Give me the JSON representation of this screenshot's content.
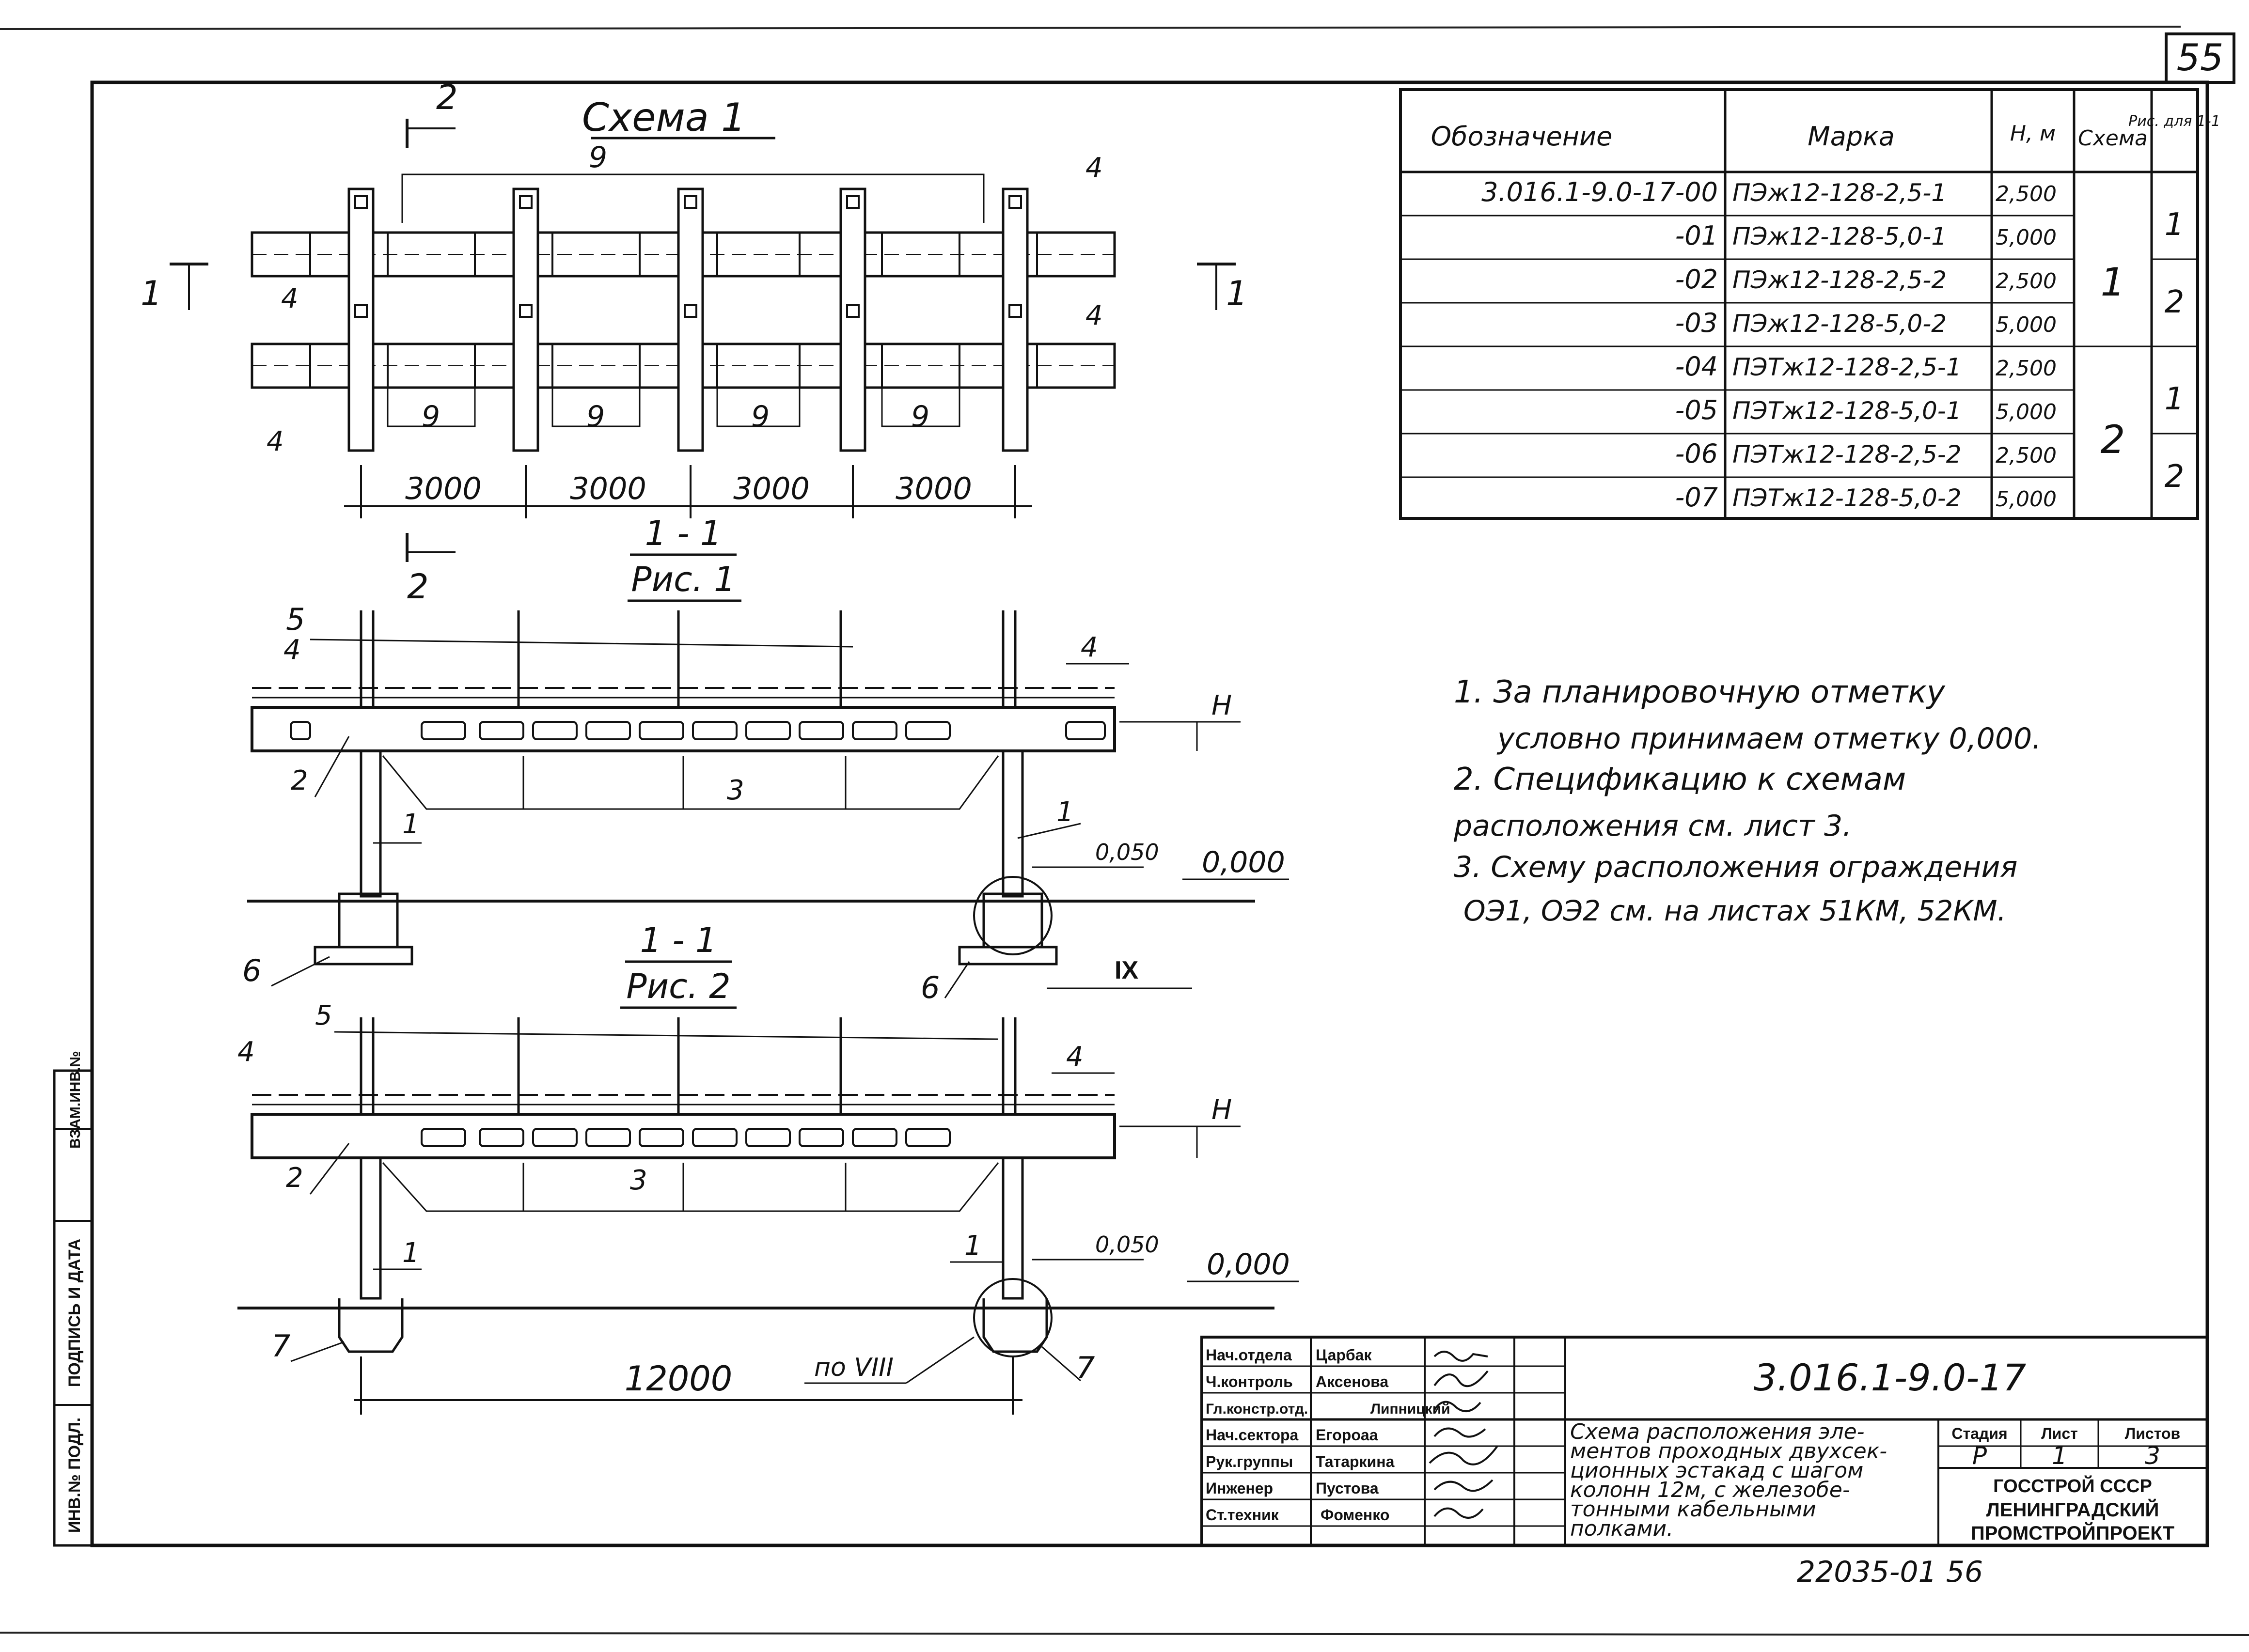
{
  "sheet_number": "55",
  "bottom_code": "22035-01 56",
  "left_strip": [
    "ИНВ.№ ПОДЛ.",
    "ПОДПИСЬ И ДАТА",
    "ВЗАМ.ИНВ.№"
  ],
  "scheme1": {
    "title": "Схема 1",
    "section_mark": "1",
    "cut_mark": "2",
    "dims": [
      "3000",
      "3000",
      "3000",
      "3000"
    ],
    "callout_9": "9",
    "callout_4": "4"
  },
  "fig1": {
    "section": "1 - 1",
    "title": "Рис. 1",
    "callouts": {
      "c1": "1",
      "c2": "2",
      "c3": "3",
      "c4": "4",
      "c5": "5",
      "c6": "6"
    },
    "level_H": "H",
    "level_050": "0,050",
    "level_000": "0,000",
    "detail": "IX"
  },
  "fig2": {
    "section": "1 - 1",
    "title": "Рис. 2",
    "callouts": {
      "c1": "1",
      "c2": "2",
      "c3": "3",
      "c4": "4",
      "c5": "5",
      "c7": "7"
    },
    "level_H": "H",
    "level_050": "0,050",
    "level_000": "0,000",
    "detail": "по VIII",
    "span": "12000"
  },
  "spec_table": {
    "headers": [
      "Обозначение",
      "Марка",
      "H, м",
      "Схема",
      "Рис. для 1-1"
    ],
    "rows": [
      [
        "3.016.1-9.0-17-00",
        "ПЭж12-128-2,5-1",
        "2,500"
      ],
      [
        "-01",
        "ПЭж12-128-5,0-1",
        "5,000"
      ],
      [
        "-02",
        "ПЭж12-128-2,5-2",
        "2,500"
      ],
      [
        "-03",
        "ПЭж12-128-5,0-2",
        "5,000"
      ],
      [
        "-04",
        "ПЭТж12-128-2,5-1",
        "2,500"
      ],
      [
        "-05",
        "ПЭТж12-128-5,0-1",
        "5,000"
      ],
      [
        "-06",
        "ПЭТж12-128-2,5-2",
        "2,500"
      ],
      [
        "-07",
        "ПЭТж12-128-5,0-2",
        "5,000"
      ]
    ],
    "scheme_values": [
      "1",
      "2"
    ],
    "fig_values": [
      "1",
      "2",
      "1",
      "2"
    ]
  },
  "notes": [
    "1.  За планировочную отметку",
    "условно принимаем отметку 0,000.",
    "2.  Спецификацию к схемам",
    "расположения см. лист 3.",
    "3.  Схему расположения ограждения",
    "ОЭ1, ОЭ2 см. на листах 51КМ, 52КМ."
  ],
  "title_block": {
    "roles": [
      "Нач.отдела",
      "Ч.контроль",
      "Гл.констр.отд.",
      "Нач.сектора",
      "Рук.группы",
      "Инженер",
      "Ст.техник"
    ],
    "names": [
      "Царбак",
      "Аксенова",
      "Липницкий",
      "Егороаа",
      "Татаркина",
      "Пустова",
      "Фоменко"
    ],
    "doc_code": "3.016.1-9.0-17",
    "description": [
      "Схема расположения эле-",
      "ментов проходных двухсек-",
      "ционных эстакад с шагом",
      "колонн 12м, с железобе-",
      "тонными кабельными",
      "полками."
    ],
    "stage_label": "Стадия",
    "sheet_label": "Лист",
    "sheets_label": "Листов",
    "stage": "Р",
    "sheet": "1",
    "sheets": "3",
    "org": [
      "ГОССТРОЙ СССР",
      "ЛЕНИНГРАДСКИЙ",
      "ПРОМСТРОЙПРОЕКТ"
    ]
  }
}
